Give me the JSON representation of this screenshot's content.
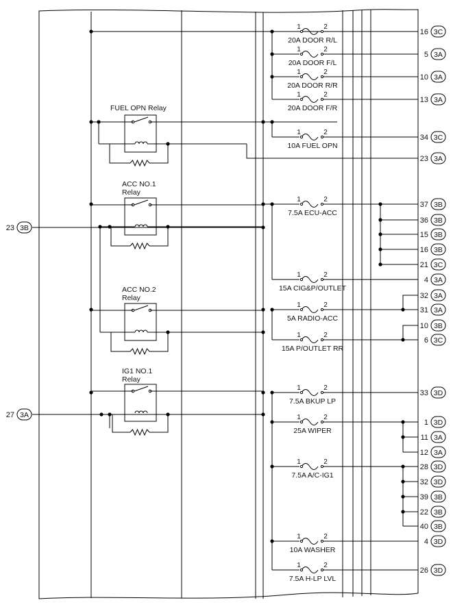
{
  "relays": [
    {
      "id": "fuel-opn",
      "lines": [
        "FUEL OPN Relay"
      ]
    },
    {
      "id": "acc-no1",
      "lines": [
        "ACC NO.1",
        "Relay"
      ]
    },
    {
      "id": "acc-no2",
      "lines": [
        "ACC NO.2",
        "Relay"
      ]
    },
    {
      "id": "ig1-no1",
      "lines": [
        "IG1 NO.1",
        "Relay"
      ]
    }
  ],
  "fuse_pins": {
    "in": "1",
    "out": "2"
  },
  "fuses": [
    {
      "id": "door-rl",
      "label": "20A DOOR R/L"
    },
    {
      "id": "door-fl",
      "label": "20A DOOR F/L"
    },
    {
      "id": "door-rr",
      "label": "20A DOOR R/R"
    },
    {
      "id": "door-fr",
      "label": "20A DOOR F/R"
    },
    {
      "id": "fuel-opn",
      "label": "10A FUEL OPN"
    },
    {
      "id": "ecu-acc",
      "label": "7.5A ECU-ACC"
    },
    {
      "id": "cig-outlet",
      "label": "15A CIG&P/OUTLET"
    },
    {
      "id": "radio-acc",
      "label": "5A RADIO-ACC"
    },
    {
      "id": "p-outlet-rr",
      "label": "15A P/OUTLET RR"
    },
    {
      "id": "bkup-lp",
      "label": "7.5A BKUP LP"
    },
    {
      "id": "wiper",
      "label": "25A WIPER"
    },
    {
      "id": "ac-ig1",
      "label": "7.5A A/C-IG1"
    },
    {
      "id": "washer",
      "label": "10A WASHER"
    },
    {
      "id": "h-lp-lvl",
      "label": "7.5A H-LP LVL"
    }
  ],
  "left_terminals": [
    {
      "num": "23",
      "conn": "3B"
    },
    {
      "num": "27",
      "conn": "3A"
    }
  ],
  "right_terminals": [
    {
      "num": "16",
      "conn": "3C"
    },
    {
      "num": "5",
      "conn": "3A"
    },
    {
      "num": "10",
      "conn": "3A"
    },
    {
      "num": "13",
      "conn": "3A"
    },
    {
      "num": "34",
      "conn": "3C"
    },
    {
      "num": "23",
      "conn": "3A"
    },
    {
      "num": "37",
      "conn": "3B"
    },
    {
      "num": "36",
      "conn": "3B"
    },
    {
      "num": "15",
      "conn": "3B"
    },
    {
      "num": "16",
      "conn": "3B"
    },
    {
      "num": "21",
      "conn": "3C"
    },
    {
      "num": "4",
      "conn": "3A"
    },
    {
      "num": "32",
      "conn": "3A"
    },
    {
      "num": "31",
      "conn": "3A"
    },
    {
      "num": "10",
      "conn": "3B"
    },
    {
      "num": "6",
      "conn": "3C"
    },
    {
      "num": "33",
      "conn": "3D"
    },
    {
      "num": "1",
      "conn": "3D"
    },
    {
      "num": "11",
      "conn": "3A"
    },
    {
      "num": "12",
      "conn": "3A"
    },
    {
      "num": "28",
      "conn": "3D"
    },
    {
      "num": "32",
      "conn": "3D"
    },
    {
      "num": "39",
      "conn": "3B"
    },
    {
      "num": "22",
      "conn": "3B"
    },
    {
      "num": "40",
      "conn": "3B"
    },
    {
      "num": "4",
      "conn": "3D"
    },
    {
      "num": "26",
      "conn": "3D"
    }
  ]
}
